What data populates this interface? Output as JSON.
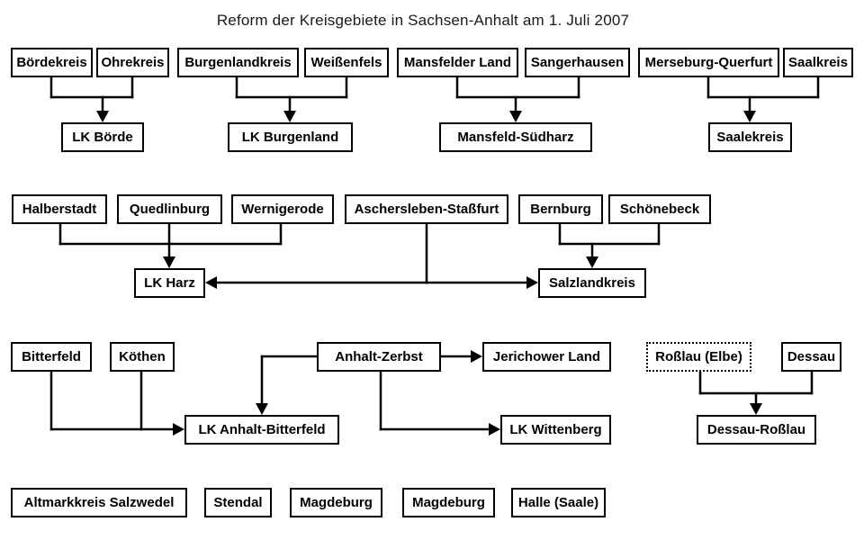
{
  "title": "Reform der Kreisgebiete in Sachsen-Anhalt am 1. Juli 2007",
  "colors": {
    "page_bg": "#ffffff",
    "box_bg": "#ffffff",
    "box_border": "#000000",
    "line": "#000000",
    "text": "#000000"
  },
  "nodes": {
    "boerdekreis": {
      "label": "Bördekreis"
    },
    "ohrekreis": {
      "label": "Ohrekreis"
    },
    "burgenlandkreis": {
      "label": "Burgenlandkreis"
    },
    "weissenfels": {
      "label": "Weißenfels"
    },
    "mansfelder_land": {
      "label": "Mansfelder Land"
    },
    "sangerhausen": {
      "label": "Sangerhausen"
    },
    "merseburg_querfurt": {
      "label": "Merseburg-Querfurt"
    },
    "saalkreis": {
      "label": "Saalkreis"
    },
    "lk_boerde": {
      "label": "LK Börde"
    },
    "lk_burgenland": {
      "label": "LK Burgenland"
    },
    "mansfeld_suedharz": {
      "label": "Mansfeld-Südharz"
    },
    "saalekreis": {
      "label": "Saalekreis"
    },
    "halberstadt": {
      "label": "Halberstadt"
    },
    "quedlinburg": {
      "label": "Quedlinburg"
    },
    "wernigerode": {
      "label": "Wernigerode"
    },
    "aschersleben_stassfurt": {
      "label": "Aschersleben-Staßfurt"
    },
    "bernburg": {
      "label": "Bernburg"
    },
    "schoenebeck": {
      "label": "Schönebeck"
    },
    "lk_harz": {
      "label": "LK Harz"
    },
    "salzlandkreis": {
      "label": "Salzlandkreis"
    },
    "bitterfeld": {
      "label": "Bitterfeld"
    },
    "koethen": {
      "label": "Köthen"
    },
    "anhalt_zerbst": {
      "label": "Anhalt-Zerbst"
    },
    "jerichower_land": {
      "label": "Jerichower Land"
    },
    "rosslau_elbe": {
      "label": "Roßlau (Elbe)"
    },
    "dessau": {
      "label": "Dessau"
    },
    "lk_anhalt_bitterfeld": {
      "label": "LK Anhalt-Bitterfeld"
    },
    "lk_wittenberg": {
      "label": "LK Wittenberg"
    },
    "dessau_rosslau": {
      "label": "Dessau-Roßlau"
    },
    "altmarkkreis_salzwedel": {
      "label": "Altmarkkreis Salzwedel"
    },
    "stendal": {
      "label": "Stendal"
    },
    "magdeburg_1": {
      "label": "Magdeburg"
    },
    "magdeburg_2": {
      "label": "Magdeburg"
    },
    "halle_saale": {
      "label": "Halle (Saale)"
    }
  },
  "merges": [
    {
      "sources": [
        "Bördekreis",
        "Ohrekreis"
      ],
      "target": "LK Börde"
    },
    {
      "sources": [
        "Burgenlandkreis",
        "Weißenfels"
      ],
      "target": "LK Burgenland"
    },
    {
      "sources": [
        "Mansfelder Land",
        "Sangerhausen"
      ],
      "target": "Mansfeld-Südharz"
    },
    {
      "sources": [
        "Merseburg-Querfurt",
        "Saalkreis"
      ],
      "target": "Saalekreis"
    },
    {
      "sources": [
        "Halberstadt",
        "Quedlinburg",
        "Wernigerode",
        "Aschersleben-Staßfurt"
      ],
      "target": "LK Harz"
    },
    {
      "sources": [
        "Aschersleben-Staßfurt",
        "Bernburg",
        "Schönebeck"
      ],
      "target": "Salzlandkreis"
    },
    {
      "sources": [
        "Bitterfeld",
        "Köthen",
        "Anhalt-Zerbst"
      ],
      "target": "LK Anhalt-Bitterfeld"
    },
    {
      "sources": [
        "Anhalt-Zerbst"
      ],
      "target": "Jerichower Land"
    },
    {
      "sources": [
        "Anhalt-Zerbst"
      ],
      "target": "LK Wittenberg"
    },
    {
      "sources": [
        "Roßlau (Elbe)",
        "Dessau"
      ],
      "target": "Dessau-Roßlau"
    }
  ],
  "unchanged": [
    "Altmarkkreis Salzwedel",
    "Stendal",
    "Magdeburg",
    "Magdeburg",
    "Halle (Saale)"
  ]
}
